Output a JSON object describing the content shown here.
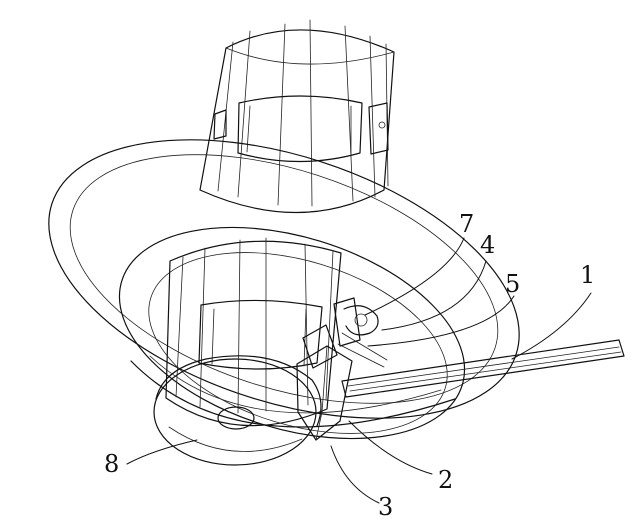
{
  "figure": {
    "background": "#ffffff",
    "line_color": "#111111",
    "labels": [
      {
        "id": "label-1",
        "text": "1"
      },
      {
        "id": "label-2",
        "text": "2"
      },
      {
        "id": "label-3",
        "text": "3"
      },
      {
        "id": "label-4",
        "text": "4"
      },
      {
        "id": "label-5",
        "text": "5"
      },
      {
        "id": "label-7",
        "text": "7"
      },
      {
        "id": "label-8",
        "text": "8"
      }
    ]
  }
}
